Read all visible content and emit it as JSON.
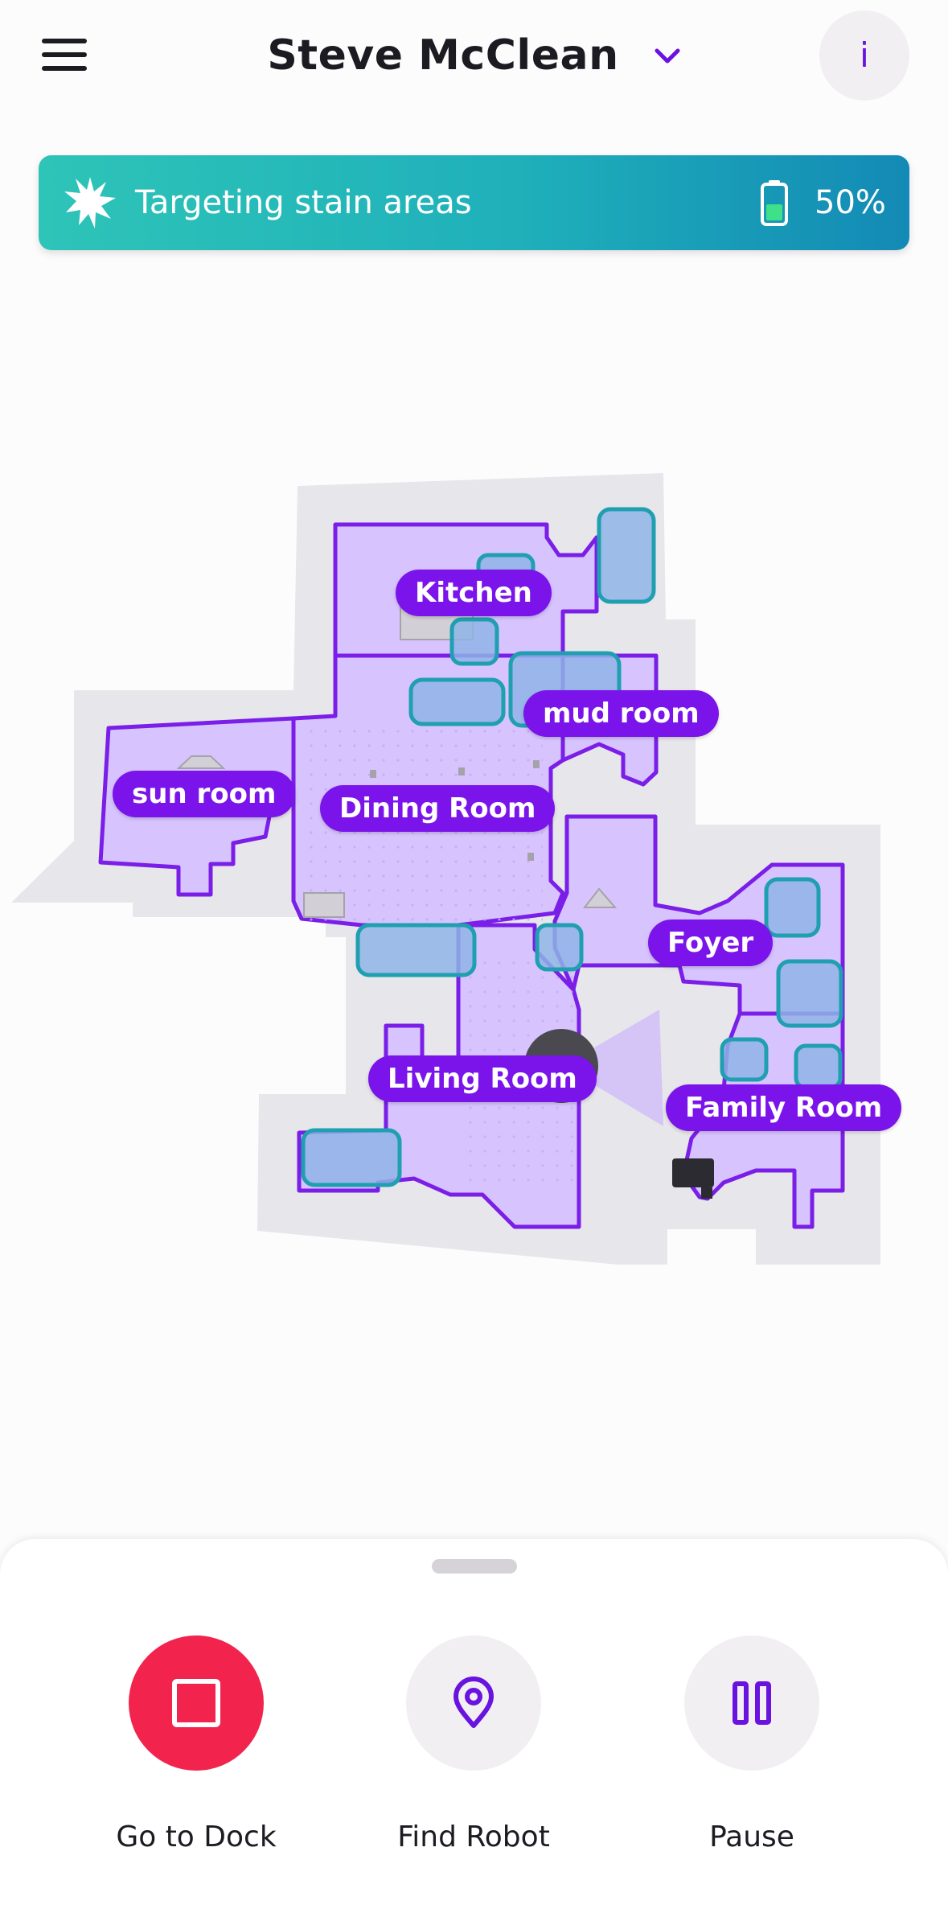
{
  "header": {
    "title": "Steve McClean",
    "menu_icon": "hamburger-menu-icon",
    "dropdown_icon": "chevron-down-icon",
    "info_label": "i"
  },
  "status": {
    "text": "Targeting stain areas",
    "battery": "50%",
    "battery_level": 0.5,
    "icon": "sparkle-icon"
  },
  "map": {
    "rooms": [
      {
        "id": "kitchen",
        "label": "Kitchen"
      },
      {
        "id": "mud-room",
        "label": "mud room"
      },
      {
        "id": "sun-room",
        "label": "sun room"
      },
      {
        "id": "dining-room",
        "label": "Dining Room"
      },
      {
        "id": "foyer",
        "label": "Foyer"
      },
      {
        "id": "living-room",
        "label": "Living Room"
      },
      {
        "id": "family-room",
        "label": "Family Room"
      }
    ]
  },
  "actions": {
    "dock": {
      "label": "Go to Dock",
      "icon": "stop-square-icon"
    },
    "find": {
      "label": "Find Robot",
      "icon": "location-pin-icon"
    },
    "pause": {
      "label": "Pause",
      "icon": "pause-icon"
    }
  },
  "colors": {
    "accent": "#7b14ea",
    "room_fill": "#d9c6ff",
    "stain_zone": "#1f9fb0",
    "dock_button": "#f2244d",
    "banner_start": "#2ec4b8",
    "banner_end": "#138ab5"
  }
}
